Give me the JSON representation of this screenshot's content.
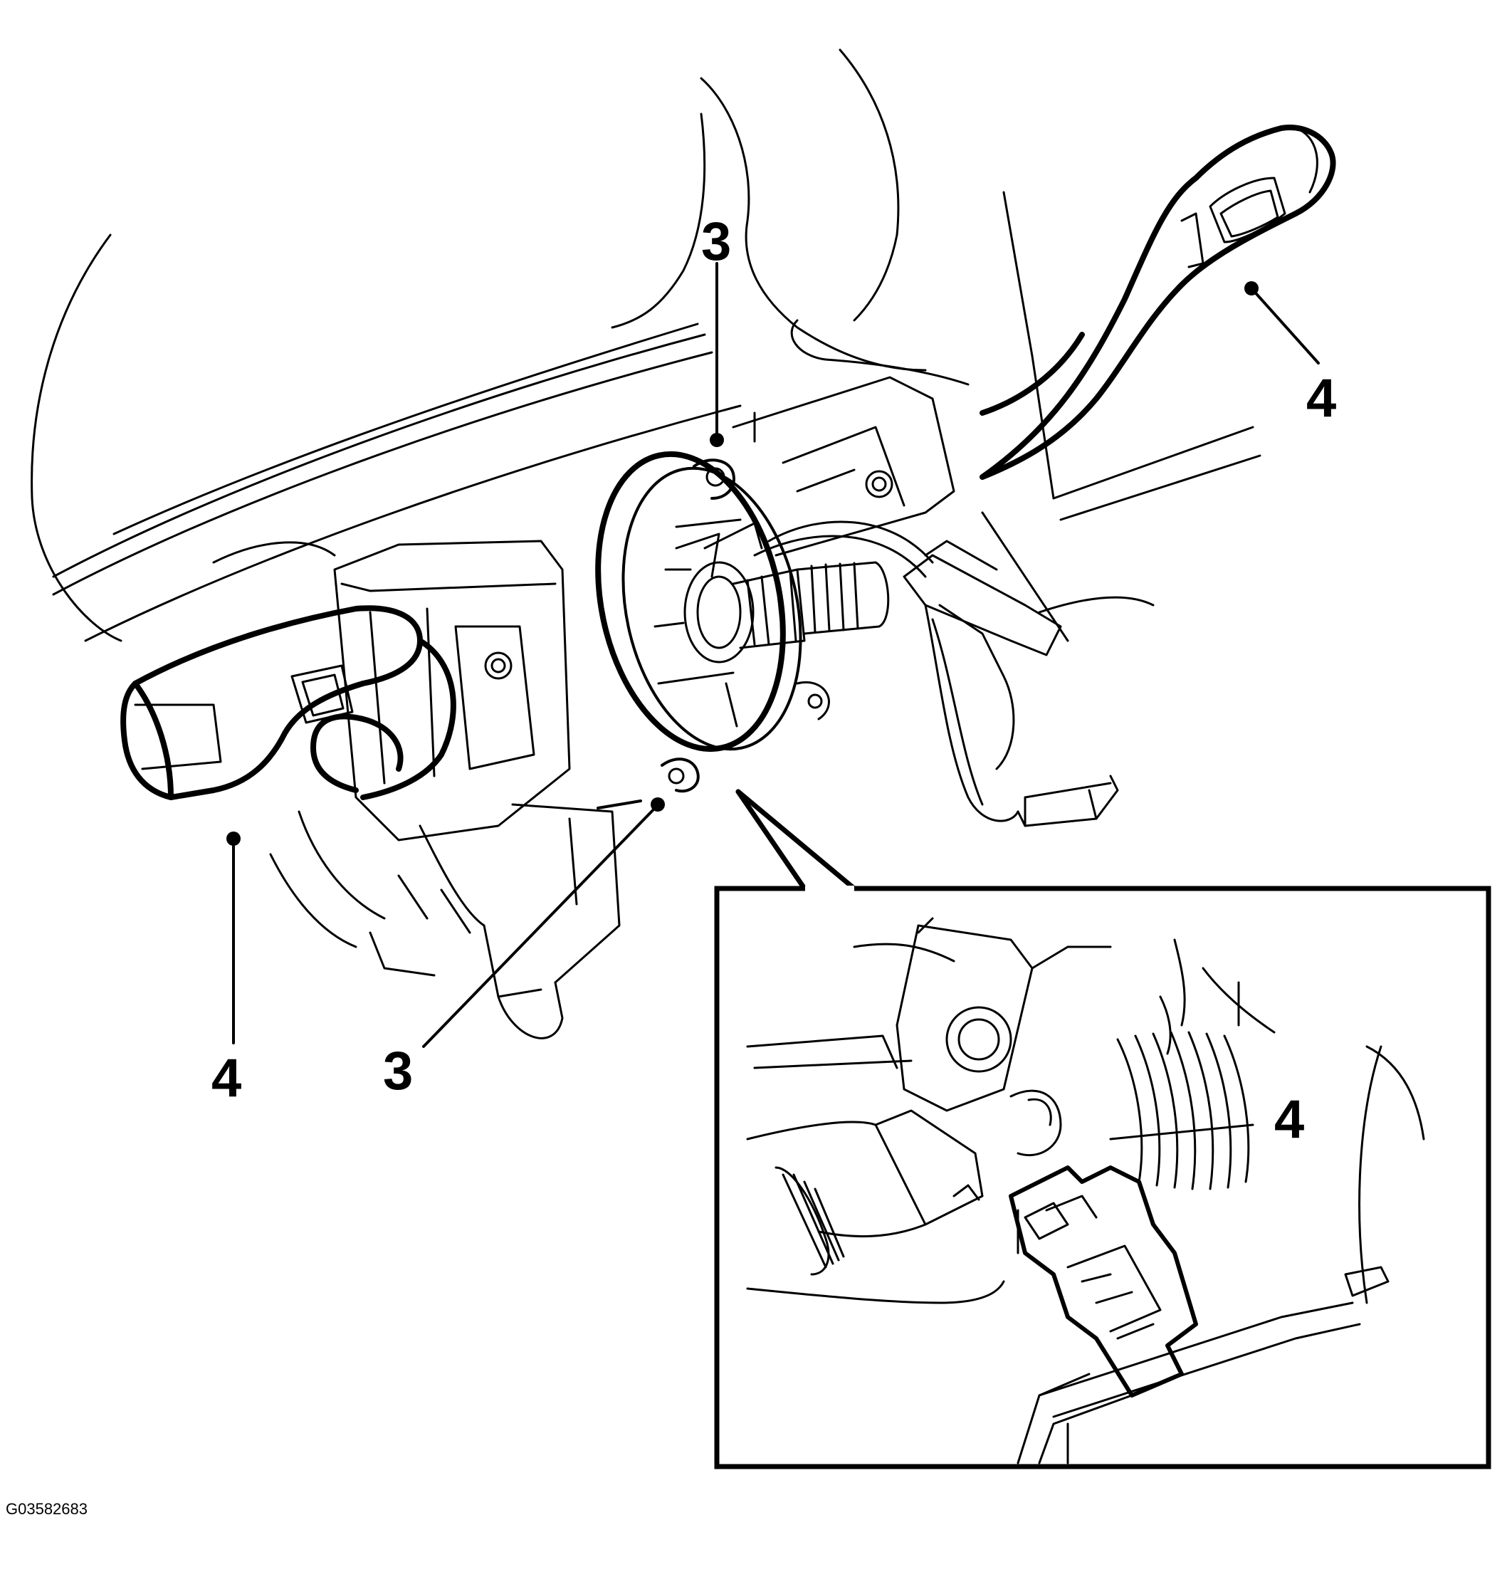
{
  "callouts": [
    {
      "id": "c3-top",
      "label": "3"
    },
    {
      "id": "c4-right",
      "label": "4"
    },
    {
      "id": "c4-left",
      "label": "4"
    },
    {
      "id": "c3-bottom",
      "label": "3"
    },
    {
      "id": "c4-inset",
      "label": "4"
    }
  ],
  "figure_code": "G03582683",
  "colors": {
    "line": "#000000",
    "background": "#ffffff"
  }
}
